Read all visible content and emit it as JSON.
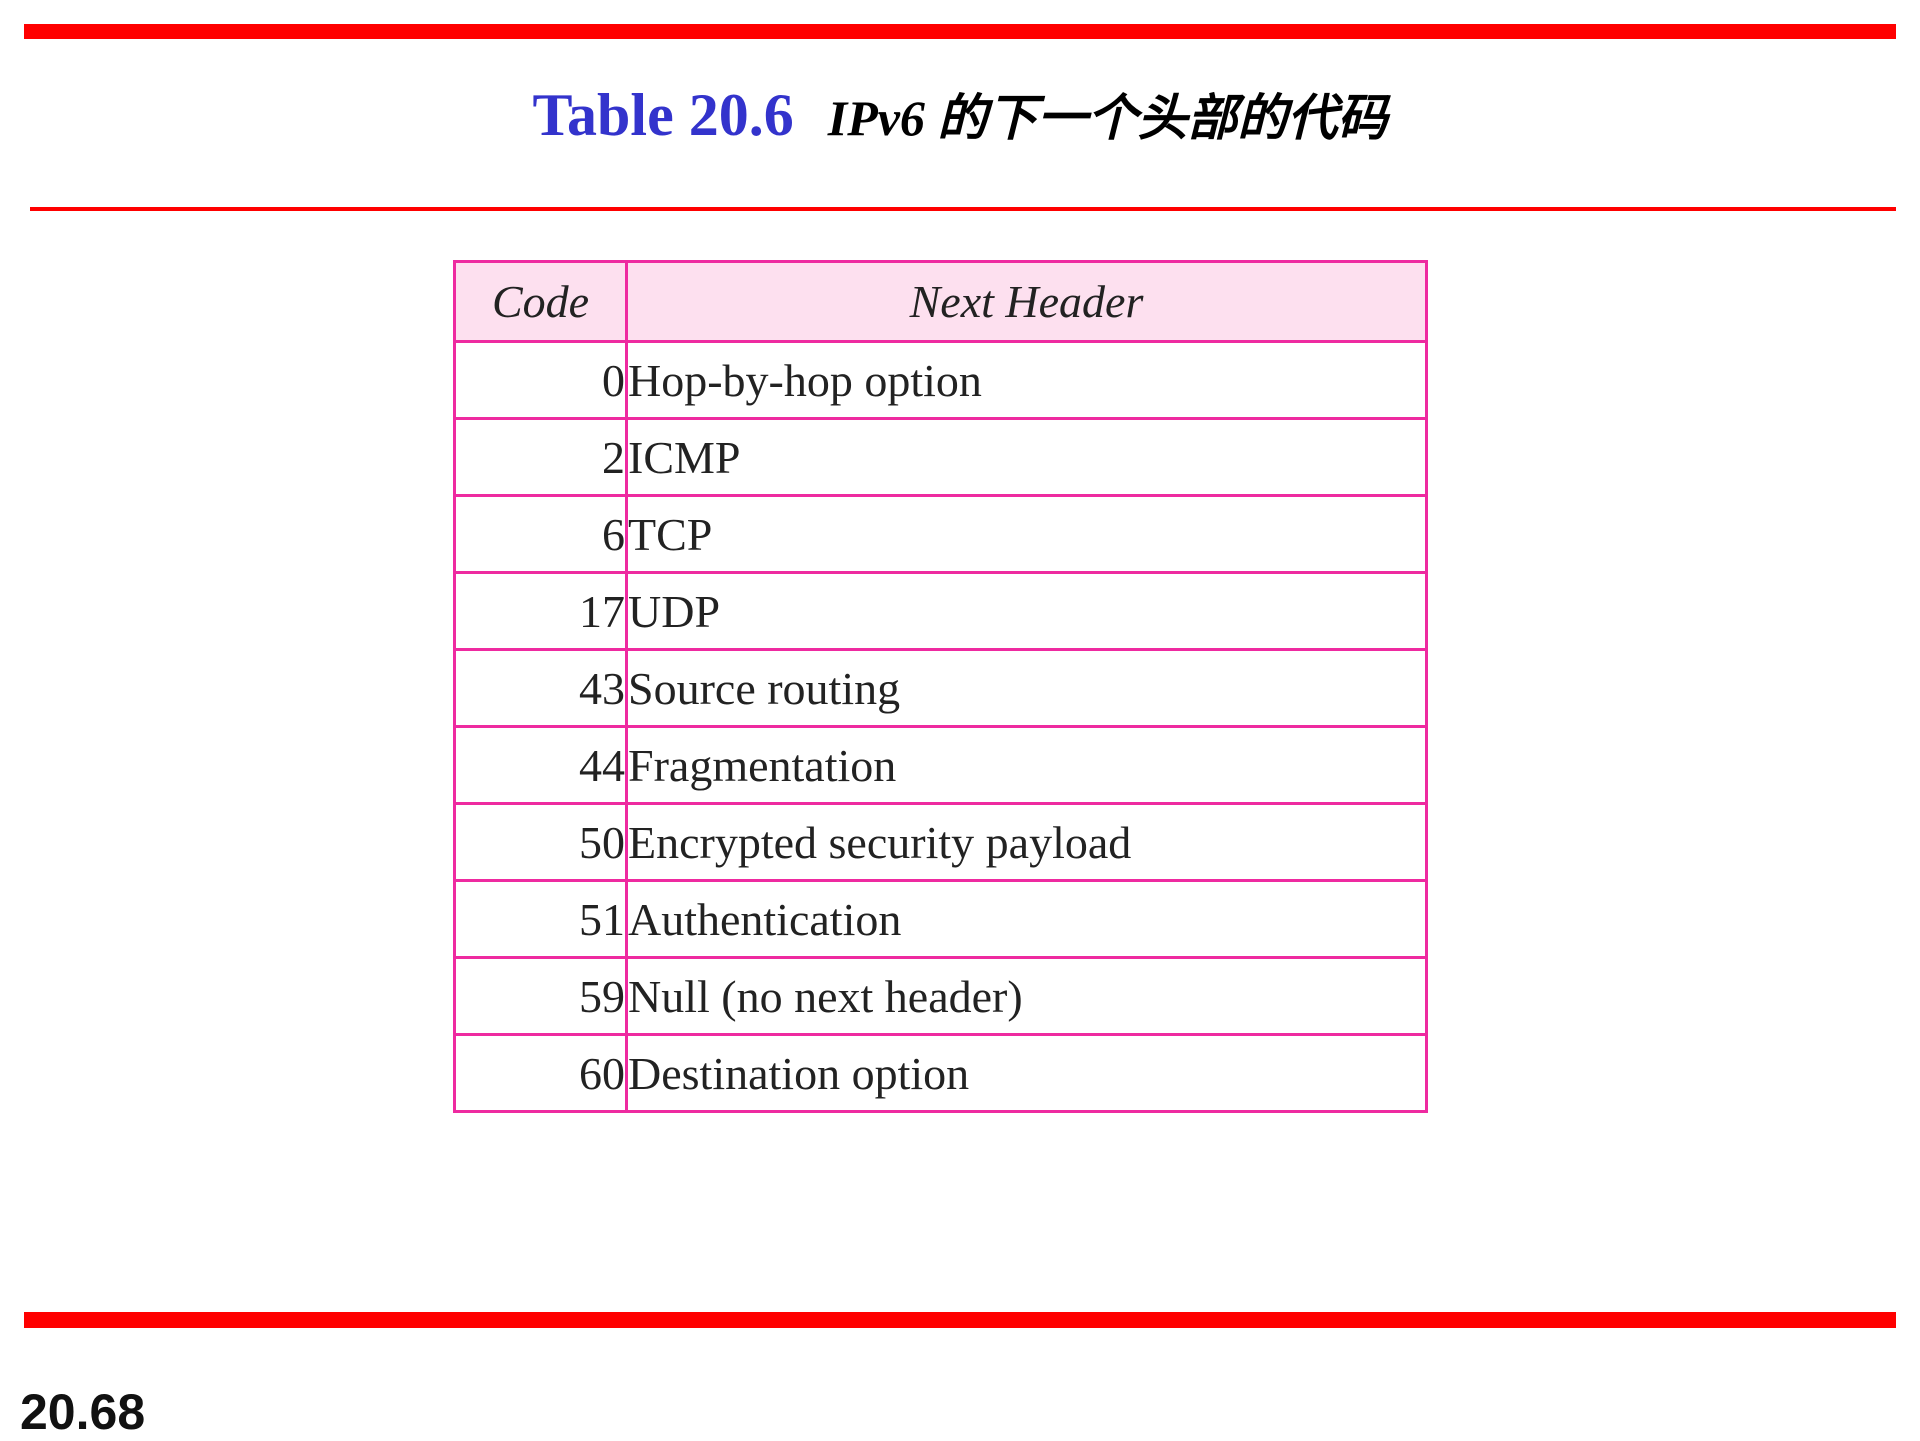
{
  "title": {
    "label": "Table 20.6",
    "caption": "IPv6 的下一个头部的代码"
  },
  "table": {
    "headers": {
      "code": "Code",
      "next_header": "Next Header"
    },
    "rows": [
      {
        "code": "0",
        "name": "Hop-by-hop option"
      },
      {
        "code": "2",
        "name": "ICMP"
      },
      {
        "code": "6",
        "name": "TCP"
      },
      {
        "code": "17",
        "name": "UDP"
      },
      {
        "code": "43",
        "name": "Source routing"
      },
      {
        "code": "44",
        "name": "Fragmentation"
      },
      {
        "code": "50",
        "name": "Encrypted security payload"
      },
      {
        "code": "51",
        "name": "Authentication"
      },
      {
        "code": "59",
        "name": "Null (no next header)"
      },
      {
        "code": "60",
        "name": "Destination option"
      }
    ]
  },
  "page_number": "20.68",
  "colors": {
    "rule": "#ff0000",
    "title_label": "#3333cc",
    "table_border": "#ee2aa0",
    "header_fill": "#fde0ef"
  }
}
